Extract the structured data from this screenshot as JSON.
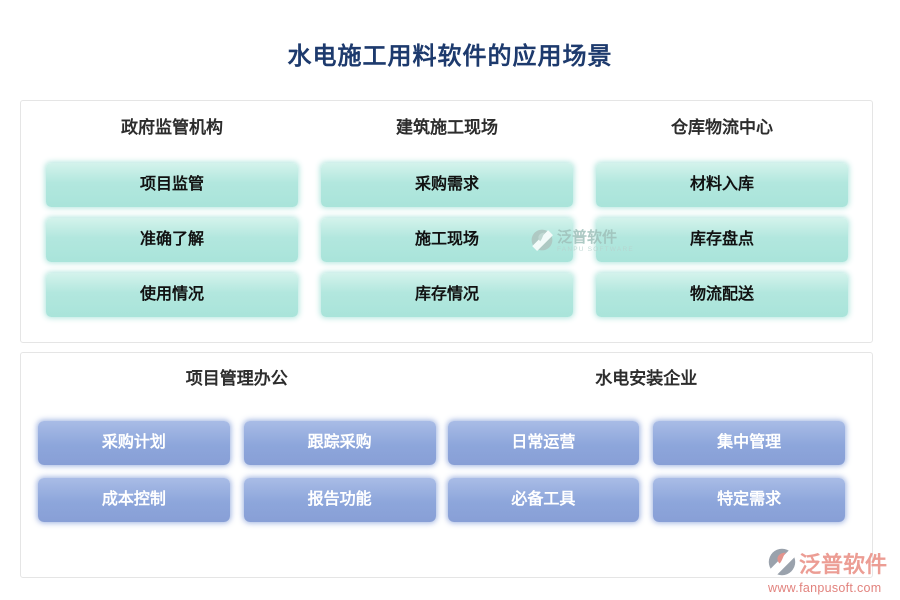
{
  "title": "水电施工用料软件的应用场景",
  "panels": [
    {
      "groups": [
        {
          "header": "政府监管机构",
          "buttons": [
            "项目监管",
            "准确了解",
            "使用情况"
          ]
        },
        {
          "header": "建筑施工现场",
          "buttons": [
            "采购需求",
            "施工现场",
            "库存情况"
          ]
        },
        {
          "header": "仓库物流中心",
          "buttons": [
            "材料入库",
            "库存盘点",
            "物流配送"
          ]
        }
      ]
    },
    {
      "groups": [
        {
          "header": "项目管理办公",
          "buttons": [
            "采购计划",
            "跟踪采购",
            "成本控制",
            "报告功能"
          ]
        },
        {
          "header": "水电安装企业",
          "buttons": [
            "日常运营",
            "集中管理",
            "必备工具",
            "特定需求"
          ]
        }
      ]
    }
  ],
  "watermark_center": {
    "brand": "泛普软件",
    "sub": "FANPU SOFTWARE"
  },
  "watermark_corner": {
    "brand": "泛普软件",
    "url": "www.fanpusoft.com"
  },
  "colors": {
    "title": "#1d3a6d",
    "teal_button": "#aee6dc",
    "blue_button": "#8ba4da",
    "watermark_red": "#ec9d94",
    "panel_border": "#e5e5e5"
  }
}
